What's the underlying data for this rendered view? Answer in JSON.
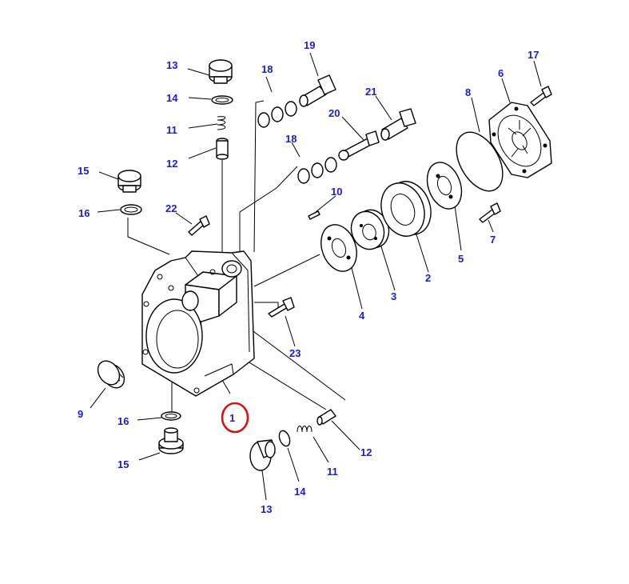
{
  "colors": {
    "callout_text": "#1d1dc4",
    "highlight": "#d01515",
    "line": "#000000",
    "background": "#ffffff"
  },
  "callouts": [
    {
      "id": "c13a",
      "label": "13"
    },
    {
      "id": "c14a",
      "label": "14"
    },
    {
      "id": "c11a",
      "label": "11"
    },
    {
      "id": "c12a",
      "label": "12"
    },
    {
      "id": "c15a",
      "label": "15"
    },
    {
      "id": "c16a",
      "label": "16"
    },
    {
      "id": "c22",
      "label": "22"
    },
    {
      "id": "c18a",
      "label": "18"
    },
    {
      "id": "c18b",
      "label": "18"
    },
    {
      "id": "c19",
      "label": "19"
    },
    {
      "id": "c20",
      "label": "20"
    },
    {
      "id": "c21",
      "label": "21"
    },
    {
      "id": "c10",
      "label": "10"
    },
    {
      "id": "c8",
      "label": "8"
    },
    {
      "id": "c6",
      "label": "6"
    },
    {
      "id": "c17",
      "label": "17"
    },
    {
      "id": "c7",
      "label": "7"
    },
    {
      "id": "c5",
      "label": "5"
    },
    {
      "id": "c2",
      "label": "2"
    },
    {
      "id": "c3",
      "label": "3"
    },
    {
      "id": "c4",
      "label": "4"
    },
    {
      "id": "c23",
      "label": "23"
    },
    {
      "id": "c9",
      "label": "9"
    },
    {
      "id": "c1",
      "label": "1",
      "highlighted": true
    },
    {
      "id": "c16b",
      "label": "16"
    },
    {
      "id": "c15b",
      "label": "15"
    },
    {
      "id": "c13b",
      "label": "13"
    },
    {
      "id": "c14b",
      "label": "14"
    },
    {
      "id": "c11b",
      "label": "11"
    },
    {
      "id": "c12b",
      "label": "12"
    }
  ]
}
